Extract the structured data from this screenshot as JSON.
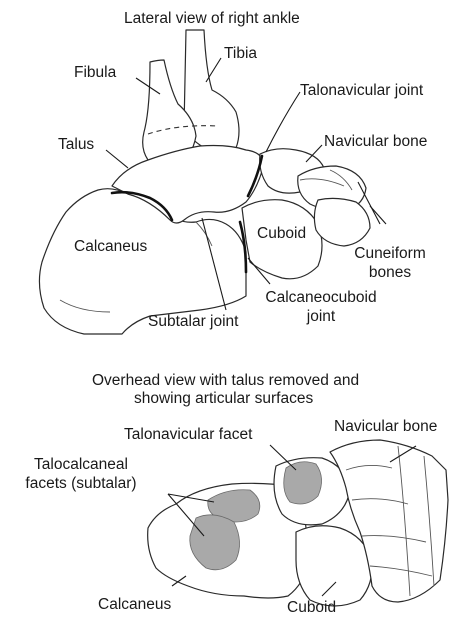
{
  "headings": {
    "top": "Lateral view of right ankle",
    "bottom_line1": "Overhead view with talus removed and",
    "bottom_line2": "showing articular surfaces"
  },
  "lateral_labels": {
    "tibia": "Tibia",
    "fibula": "Fibula",
    "talonavicular_joint": "Talonavicular joint",
    "talus": "Talus",
    "navicular_bone": "Navicular bone",
    "calcaneus": "Calcaneus",
    "cuboid": "Cuboid",
    "cuneiform_line1": "Cuneiform",
    "cuneiform_line2": "bones",
    "subtalar_joint": "Subtalar joint",
    "calcaneocuboid_line1": "Calcaneocuboid",
    "calcaneocuboid_line2": "joint"
  },
  "overhead_labels": {
    "talonavicular_facet": "Talonavicular facet",
    "navicular_bone": "Navicular bone",
    "talocalcaneal_line1": "Talocalcaneal",
    "talocalcaneal_line2": "facets (subtalar)",
    "calcaneus": "Calcaneus",
    "cuboid": "Cuboid"
  },
  "colors": {
    "bone_fill": "#ffffff",
    "outline": "#2a2a2a",
    "articular_surface": "#a9a9a9",
    "joint_line": "#111111"
  }
}
